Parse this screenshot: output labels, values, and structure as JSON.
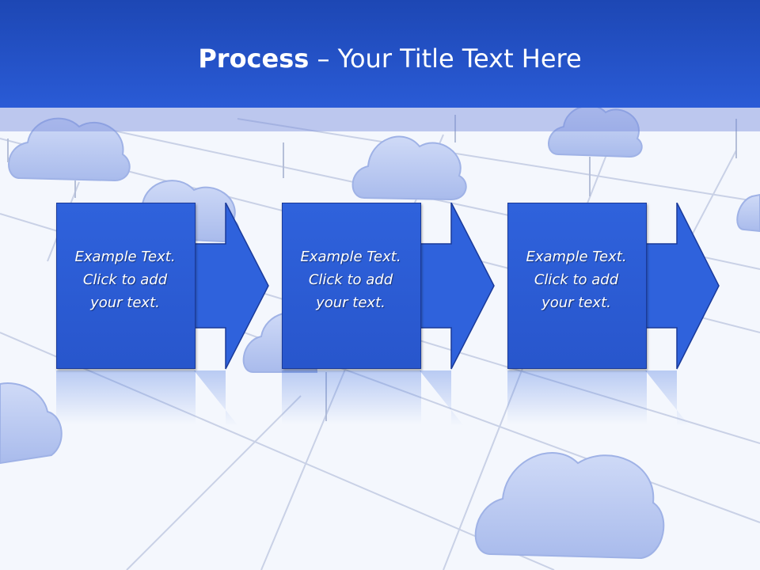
{
  "slide": {
    "title_bold": "Process",
    "title_rest": " – Your Title Text Here"
  },
  "steps": [
    {
      "line1": "Example Text.",
      "line2": "Click  to add",
      "line3": "your text."
    },
    {
      "line1": "Example Text.",
      "line2": "Click  to add",
      "line3": "your text."
    },
    {
      "line1": "Example Text.",
      "line2": "Click  to add",
      "line3": "your text."
    }
  ],
  "colors": {
    "header": "#2a5bd6",
    "box": "#2f62dc",
    "cloud": "#c3d0f4",
    "background": "#f4f7fd"
  }
}
